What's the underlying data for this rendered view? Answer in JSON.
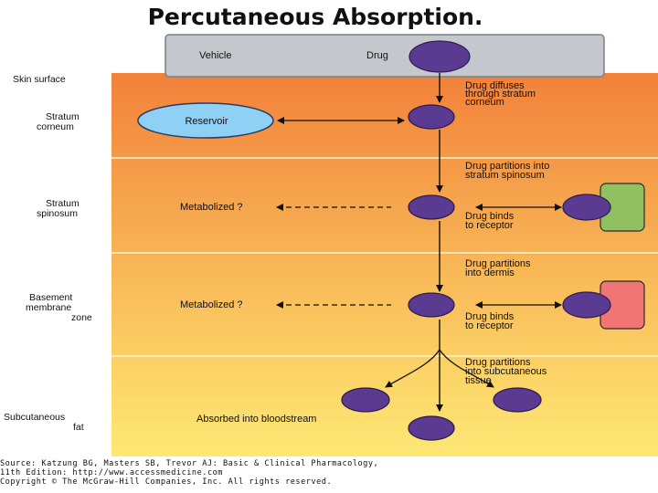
{
  "title": "Percutaneous Absorption.",
  "vehicle_bar": {
    "vehicle": "Vehicle",
    "drug": "Drug"
  },
  "layers": [
    {
      "label": [
        "Skin surface"
      ]
    },
    {
      "label": [
        "Stratum",
        "corneum"
      ]
    },
    {
      "label": [
        "Stratum",
        "spinosum"
      ]
    },
    {
      "label": [
        "Basement",
        "membrane",
        "zone"
      ]
    },
    {
      "label": [
        "Subcutaneous",
        "fat"
      ]
    }
  ],
  "reservoir": "Reservoir",
  "metabolized": [
    "Metabolized ?",
    "Metabolized ?"
  ],
  "notes": {
    "diffuses": [
      "Drug diffuses",
      "through stratum",
      "corneum"
    ],
    "partitions_spinosum": [
      "Drug partitions into",
      "stratum spinosum"
    ],
    "binds_1": [
      "Drug binds",
      "to receptor"
    ],
    "partitions_dermis": [
      "Drug partitions",
      "into dermis"
    ],
    "binds_2": [
      "Drug binds",
      "to receptor"
    ],
    "partitions_subcut": [
      "Drug partitions",
      "into subcutaneous",
      "tissue"
    ]
  },
  "absorbed": "Absorbed into bloodstream",
  "receptors": [
    {
      "color": "#90c060"
    },
    {
      "color": "#f27575"
    }
  ],
  "colors": {
    "drug": "#5b3a92",
    "reservoir": "#8fd0f5",
    "vehicle": "#c4c8cc"
  },
  "source_lines": [
    "Source: Katzung BG, Masters SB, Trevor AJ: Basic & Clinical Pharmacology,",
    "11th Edition: http://www.accessmedicine.com",
    "Copyright © The McGraw-Hill Companies, Inc. All rights reserved."
  ]
}
